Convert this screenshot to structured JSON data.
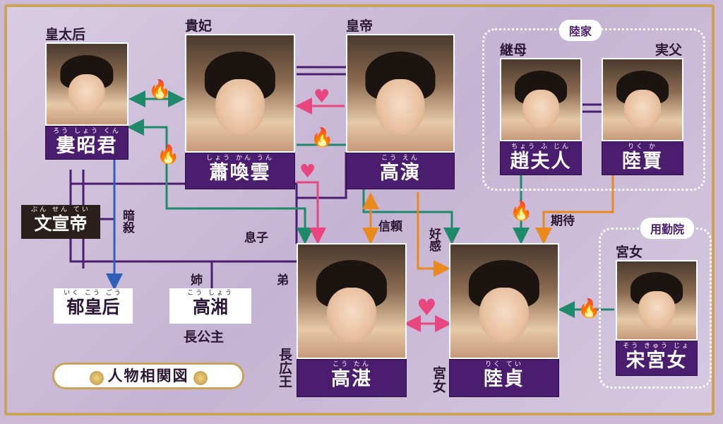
{
  "title": "人物相関図",
  "groups": {
    "riku": "陸家",
    "youkin": "用勤院"
  },
  "people": {
    "lou": {
      "role": "皇太后",
      "ruby": "ろう しょう くん",
      "name": "婁昭君"
    },
    "shou": {
      "role": "貴妃",
      "ruby": "しょう かん うん",
      "name": "蕭喚雲"
    },
    "kouen": {
      "role": "皇帝",
      "ruby": "こう えん",
      "name": "高演"
    },
    "chou": {
      "role": "継母",
      "ruby": "ちょう ふ じん",
      "name": "趙夫人"
    },
    "rikuka": {
      "role": "実父",
      "ruby": "りく か",
      "name": "陸賈"
    },
    "koutan": {
      "role": "長広王",
      "ruby": "こう たん",
      "name": "高湛"
    },
    "rikutei": {
      "role": "宮女",
      "ruby": "りく てい",
      "name": "陸貞"
    },
    "sou": {
      "role": "宮女",
      "ruby": "そう きゅう じょ",
      "name": "宋宮女"
    }
  },
  "others": {
    "bunsen": {
      "ruby": "ぶん せん てい",
      "name": "文宣帝"
    },
    "iku": {
      "ruby": "いく こう ごう",
      "name": "郁皇后"
    },
    "koushou": {
      "ruby": "こう しょう",
      "name": "高湘",
      "sub": "長公主"
    }
  },
  "relations": {
    "ansatsu": "暗殺",
    "musuko": "息子",
    "ane": "姉",
    "otouto": "弟",
    "shinrai": "信頼",
    "kouka": "好感",
    "kitai": "期待"
  },
  "colors": {
    "purple": "#4b1d6e",
    "green": "#1f8a6a",
    "pink": "#e8467f",
    "orange": "#e98a1f",
    "blue": "#2f5fb8",
    "gold": "#c9a458"
  },
  "icons": [
    "flame-icon",
    "heart-icon"
  ]
}
